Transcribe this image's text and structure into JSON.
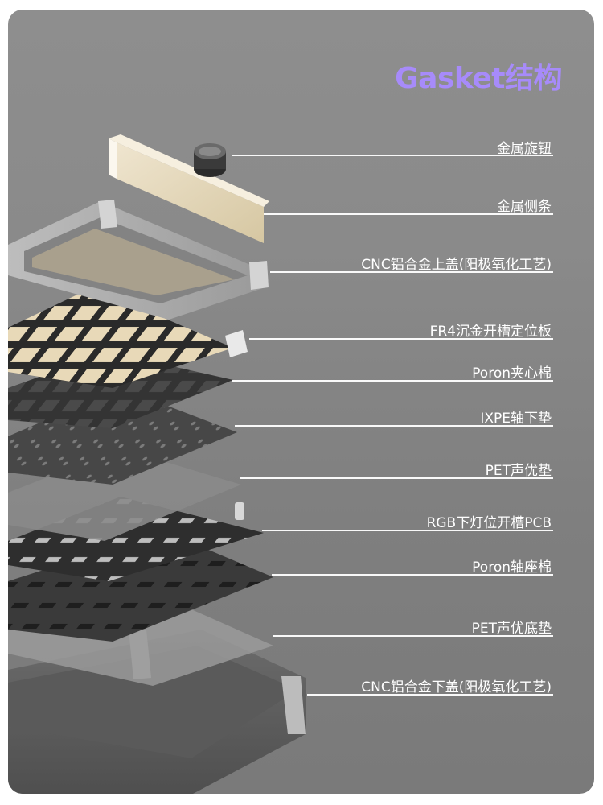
{
  "title": "Gasket结构",
  "accent_color": "#a78bfa",
  "layers": [
    {
      "label": "金属旋钮"
    },
    {
      "label": "金属侧条"
    },
    {
      "label": "CNC铝合金上盖(阳极氧化工艺)"
    },
    {
      "label": "FR4沉金开槽定位板"
    },
    {
      "label": "Poron夹心棉"
    },
    {
      "label": "IXPE轴下垫"
    },
    {
      "label": "PET声优垫"
    },
    {
      "label": "RGB下灯位开槽PCB"
    },
    {
      "label": "Poron轴座棉"
    },
    {
      "label": "PET声优底垫"
    },
    {
      "label": "CNC铝合金下盖(阳极氧化工艺)"
    }
  ]
}
